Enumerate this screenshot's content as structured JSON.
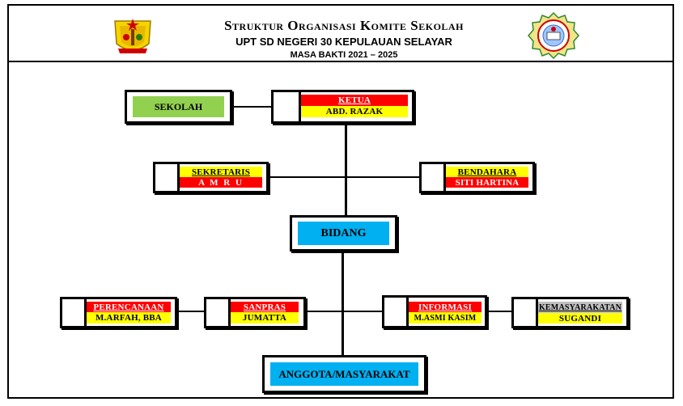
{
  "header": {
    "title": "Struktur Organisasi Komite Sekolah",
    "subtitle": "UPT SD NEGERI 30 KEPULAUAN SELAYAR",
    "period": "MASA BAKTI 2021 – 2025"
  },
  "colors": {
    "red": "#ff0000",
    "yellow": "#ffff00",
    "green": "#92d050",
    "blue": "#00b0f0"
  },
  "nodes": {
    "sekolah": {
      "label": "SEKOLAH"
    },
    "ketua": {
      "role": "KETUA",
      "name": "ABD. RAZAK"
    },
    "sekretaris": {
      "role": "SEKRETARIS",
      "name": "A M R U"
    },
    "bendahara": {
      "role": "BENDAHARA",
      "name": "SITI HARTINA"
    },
    "bidang": {
      "label": "BIDANG"
    },
    "perencanaan": {
      "role": "PERENCANAAN",
      "name": "M.ARFAH, BBA"
    },
    "sanpras": {
      "role": "SANPRAS",
      "name": "JUMATTA"
    },
    "informasi": {
      "role": "INFORMASI",
      "name": "M.ASMI KASIM"
    },
    "kemasyarakatan": {
      "role": "KEMASYARAKATAN",
      "name": "SUGANDI"
    },
    "anggota": {
      "label": "ANGGOTA/MASYARAKAT"
    }
  },
  "logos": {
    "left": "regional-emblem",
    "right": "school-emblem"
  }
}
